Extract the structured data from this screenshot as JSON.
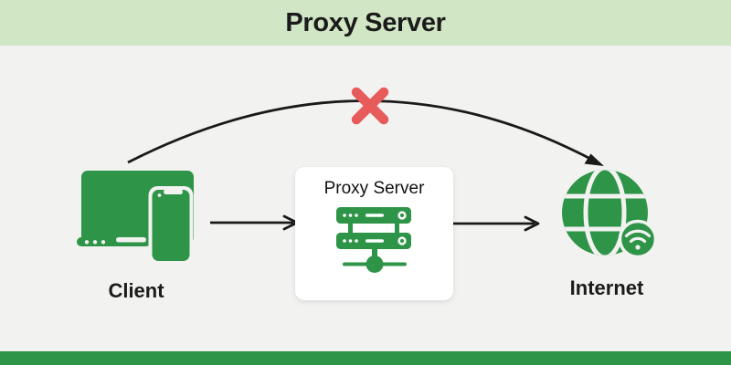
{
  "header": {
    "title": "Proxy Server"
  },
  "nodes": {
    "client": {
      "label": "Client",
      "icon": "laptop-phone-icon"
    },
    "proxy": {
      "label": "Proxy Server",
      "icon": "server-rack-icon"
    },
    "internet": {
      "label": "Internet",
      "icon": "globe-wifi-icon"
    }
  },
  "connections": [
    {
      "from": "client",
      "to": "proxy",
      "style": "straight-arrow",
      "blocked": false
    },
    {
      "from": "proxy",
      "to": "internet",
      "style": "straight-arrow",
      "blocked": false
    },
    {
      "from": "client",
      "to": "internet",
      "style": "curved-arrow",
      "blocked": true,
      "blocked_marker": "red-x-icon"
    }
  ],
  "colors": {
    "header-green": "#d0e6c5",
    "green": "#2e9447",
    "red": "#e85b5b",
    "bg": "#f2f2f0",
    "card": "#ffffff",
    "ink": "#1b1b1b",
    "arrow": "#1a1a1a"
  }
}
